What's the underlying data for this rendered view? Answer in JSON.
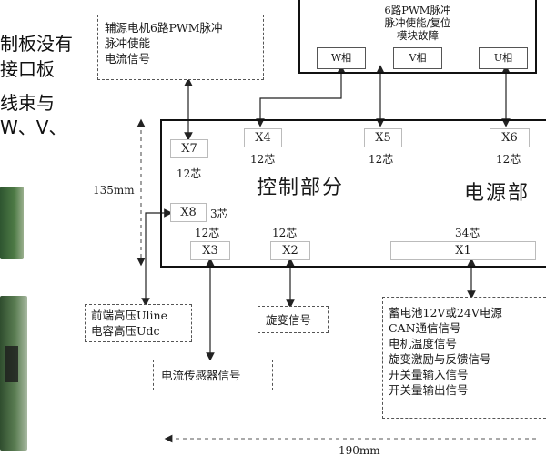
{
  "side_text": [
    "制板没有",
    "接口板",
    "线束与",
    "W、V、"
  ],
  "aux_box": {
    "lines": [
      "辅源电机6路PWM脉冲",
      "脉冲使能",
      "电流信号"
    ]
  },
  "top_box": {
    "lines": [
      "6路PWM脉冲",
      "脉冲使能/复位",
      "模块故障"
    ],
    "phases": [
      "W相",
      "V相",
      "U相"
    ]
  },
  "main": {
    "control_label": "控制部分",
    "power_label": "电源部"
  },
  "connectors": {
    "x7": {
      "name": "X7",
      "cores": "12芯"
    },
    "x4": {
      "name": "X4",
      "cores": "12芯"
    },
    "x5": {
      "name": "X5",
      "cores": "12芯"
    },
    "x6": {
      "name": "X6",
      "cores": "12芯"
    },
    "x8": {
      "name": "X8",
      "cores": "3芯"
    },
    "x3": {
      "name": "X3",
      "cores": "12芯"
    },
    "x2": {
      "name": "X2",
      "cores": "12芯"
    },
    "x1": {
      "name": "X1",
      "cores": "34芯"
    }
  },
  "dim_height": "135mm",
  "dim_width": "190mm",
  "hv_box": {
    "lines": [
      "前端高压Uline",
      "电容高压Udc"
    ]
  },
  "resolver_box": {
    "label": "旋变信号"
  },
  "current_sensor_box": {
    "label": "电流传感器信号"
  },
  "power_box": {
    "lines": [
      "蓄电池12V或24V电源",
      "CAN通信信号",
      "电机温度信号",
      "旋变激励与反馈信号",
      "开关量输入信号",
      "开关量输出信号"
    ]
  },
  "colors": {
    "pcb_green": "#3f6b3a",
    "line": "#222222",
    "dash": "#555555"
  }
}
